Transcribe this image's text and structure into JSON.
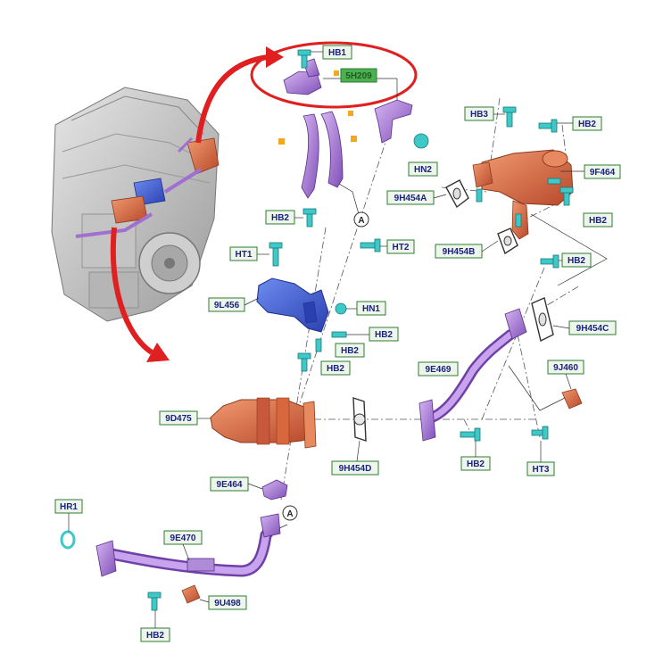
{
  "callouts": {
    "HB1": "HB1",
    "5H209": "5H209",
    "HB3": "HB3",
    "HB2_a": "HB2",
    "9F464": "9F464",
    "HN2": "HN2",
    "9H454A": "9H454A",
    "HB2_b": "HB2",
    "HB2_c": "HB2",
    "HT1": "HT1",
    "HT2": "HT2",
    "9H454B": "9H454B",
    "HB2_d": "HB2",
    "9L456": "9L456",
    "HN1": "HN1",
    "HB2_e": "HB2",
    "HB2_f": "HB2",
    "9H454C": "9H454C",
    "9E469": "9E469",
    "9J460": "9J460",
    "9D475": "9D475",
    "9H454D": "9H454D",
    "HB2_g": "HB2",
    "HT3": "HT3",
    "9E464": "9E464",
    "HR1": "HR1",
    "9E470": "9E470",
    "9U498": "9U498",
    "HB2_h": "HB2"
  },
  "markers": {
    "A_top": "A",
    "A_bottom": "A"
  },
  "colors": {
    "callout_fill": "#eef5ea",
    "callout_border": "#2e7d32",
    "callout_text": "#1a237e",
    "highlight_fill": "#4caf50",
    "highlight_text": "#1b5e20",
    "arrow_red": "#e02020",
    "part_purple": "#a070d0",
    "part_orange": "#d9673e",
    "part_blue": "#3a5fd0",
    "fastener_cyan": "#3ec8c8",
    "engine_grey": "#b8b8b8"
  }
}
